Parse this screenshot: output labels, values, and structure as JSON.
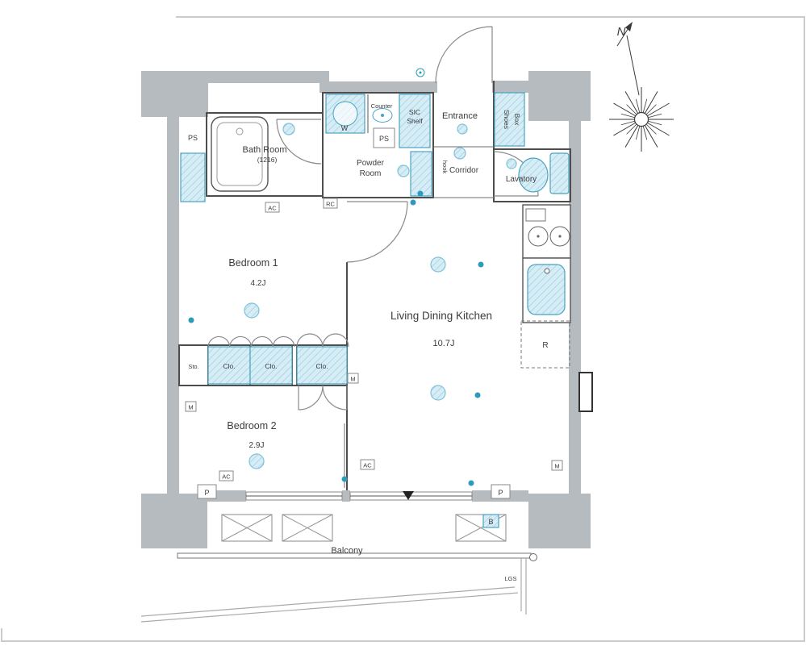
{
  "labels": {
    "north": "N",
    "bath_name": "Bath Room",
    "bath_size": "(1216)",
    "powder_1": "Powder",
    "powder_2": "Room",
    "counter": "Counter",
    "washer": "W",
    "ps": "PS",
    "sic_1": "SIC",
    "sic_2": "Shelf",
    "entrance": "Entrance",
    "shoes_1": "Shoes",
    "shoes_2": "Box",
    "hook": "hook",
    "corridor": "Corridor",
    "lavatory": "Lavatory",
    "bedroom1_name": "Bedroom 1",
    "bedroom1_size": "4.2J",
    "bedroom2_name": "Bedroom 2",
    "bedroom2_size": "2.9J",
    "ldk_name": "Living Dining Kitchen",
    "ldk_size": "10.7J",
    "storage": "Sto.",
    "closet": "Clo.",
    "fridge": "R",
    "balcony": "Balcony",
    "pillar": "P",
    "boiler": "B",
    "ac": "AC",
    "meter": "M",
    "rc": "RC",
    "lgs": "LGS"
  },
  "colors": {
    "wall": "#b5bbbf",
    "interior_line": "#4d4d4d",
    "fixture_fill": "#d7edf6",
    "fixture_stroke": "#49a3c1",
    "hatch_line": "#9fd0e2",
    "accent_teal": "#2d9cba",
    "light_icon": "#7fc1d8",
    "frame": "#c9cccf",
    "text": "#3c3c3c",
    "background": "#ffffff"
  }
}
